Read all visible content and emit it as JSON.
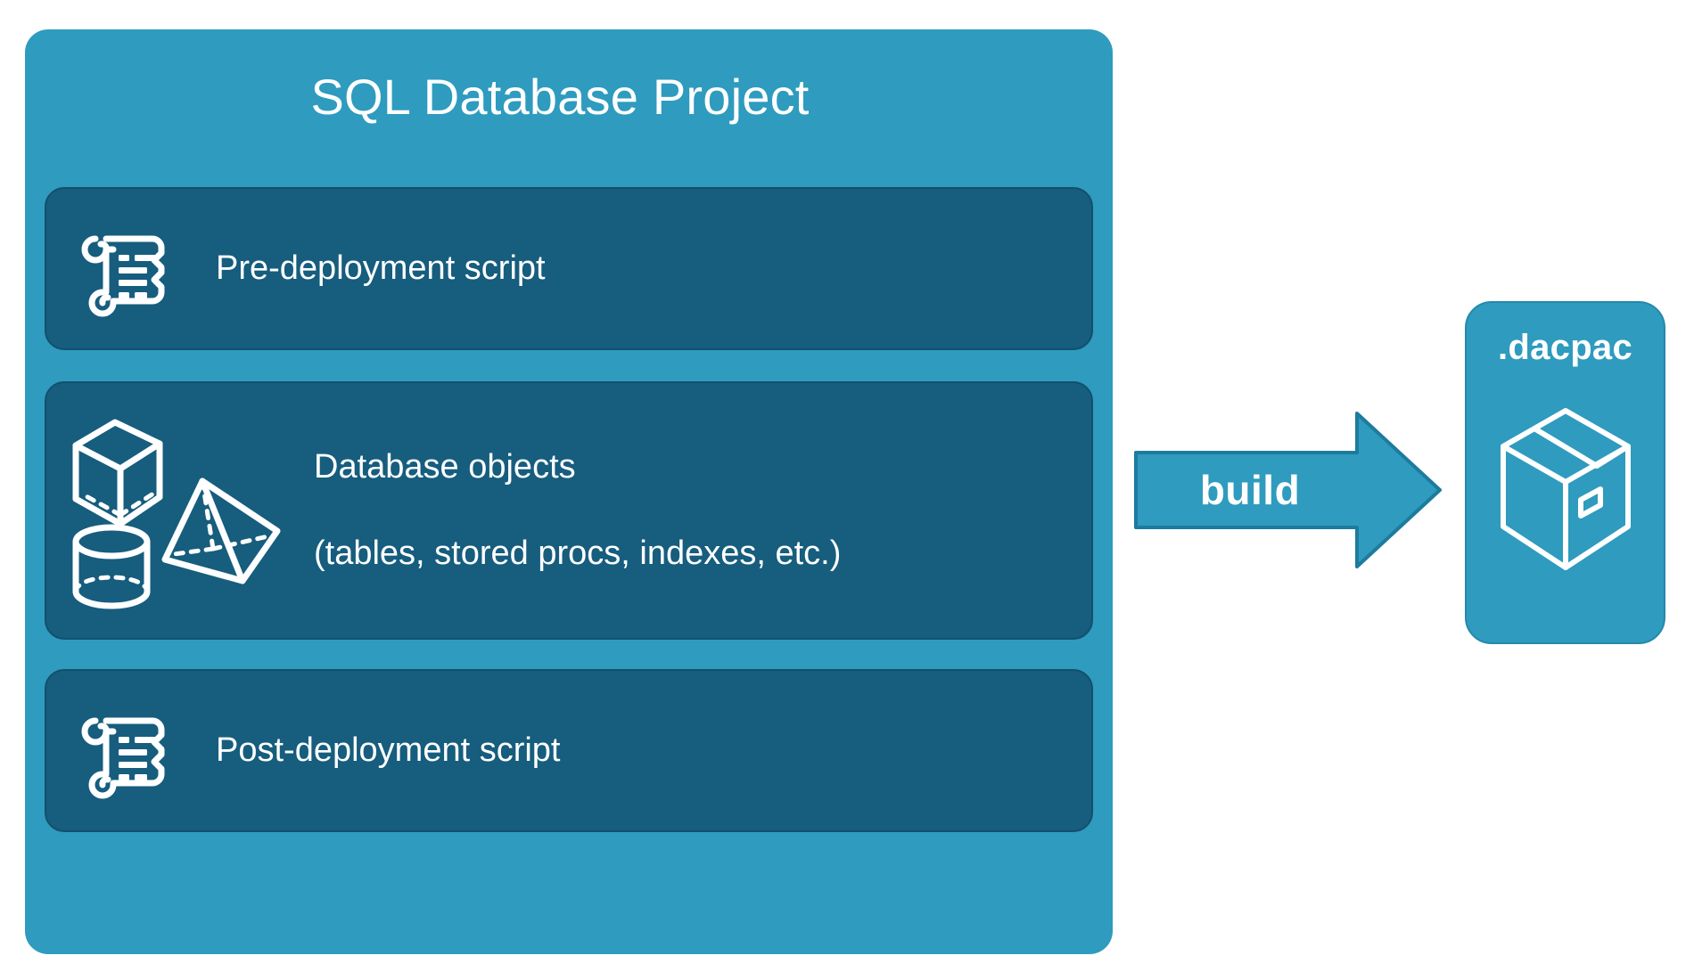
{
  "diagram": {
    "type": "flow-diagram",
    "background_color": "#ffffff",
    "palette": {
      "container_teal": "#2E9BBF",
      "card_dark_blue": "#165D7E",
      "card_border": "#13506E",
      "arrow_teal": "#2E9BBF",
      "arrow_border": "#1D7B9E",
      "text_white": "#ffffff"
    },
    "project": {
      "title": "SQL Database Project",
      "cards": [
        {
          "id": "pre-deployment",
          "label": "Pre-deployment script",
          "icon": "scroll-icon"
        },
        {
          "id": "database-objects",
          "label_line1": "Database objects",
          "label_line2": "(tables, stored procs, indexes, etc.)",
          "icon": "shapes-icon"
        },
        {
          "id": "post-deployment",
          "label": "Post-deployment script",
          "icon": "scroll-icon"
        }
      ]
    },
    "arrow": {
      "label": "build",
      "direction": "right",
      "icon": "arrow-right-icon"
    },
    "output": {
      "title": ".dacpac",
      "icon": "package-box-icon"
    }
  }
}
